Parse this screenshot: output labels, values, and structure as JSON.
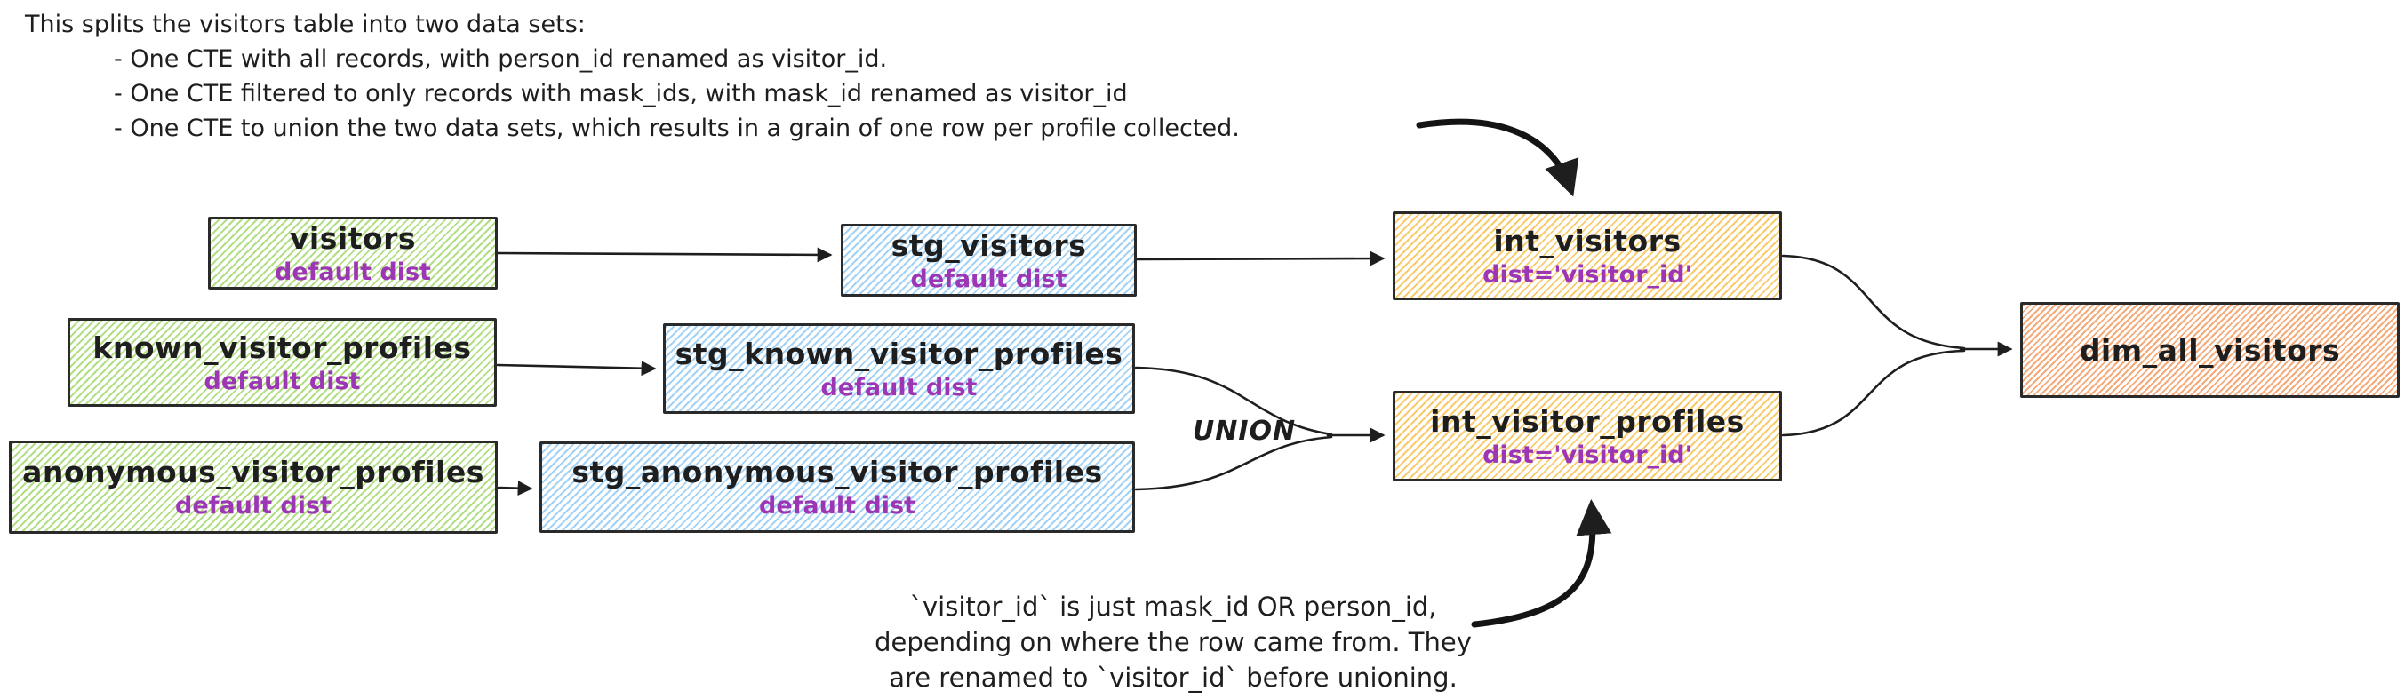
{
  "diagram": {
    "top_annotation": {
      "intro": "This splits the visitors table into two data sets:",
      "bullets": [
        "- One CTE with all records, with person_id renamed as visitor_id.",
        "- One CTE filtered to only records with mask_ids, with mask_id renamed as visitor_id",
        "- One CTE to union the two data sets, which results in a grain of one row per profile collected."
      ]
    },
    "bottom_annotation": {
      "lines": [
        "`visitor_id` is just mask_id OR person_id,",
        "depending on where the row came from. They",
        "are renamed to `visitor_id` before unioning."
      ]
    },
    "union_label": "UNION",
    "nodes": [
      {
        "id": "visitors",
        "title": "visitors",
        "subtitle": "default dist",
        "scheme": "green"
      },
      {
        "id": "known_visitor_profiles",
        "title": "known_visitor_profiles",
        "subtitle": "default dist",
        "scheme": "green"
      },
      {
        "id": "anonymous_visitor_profiles",
        "title": "anonymous_visitor_profiles",
        "subtitle": "default dist",
        "scheme": "green"
      },
      {
        "id": "stg_visitors",
        "title": "stg_visitors",
        "subtitle": "default dist",
        "scheme": "blue"
      },
      {
        "id": "stg_known_visitor_profiles",
        "title": "stg_known_visitor_profiles",
        "subtitle": "default dist",
        "scheme": "blue"
      },
      {
        "id": "stg_anonymous_visitor_profiles",
        "title": "stg_anonymous_visitor_profiles",
        "subtitle": "default dist",
        "scheme": "blue"
      },
      {
        "id": "int_visitors",
        "title": "int_visitors",
        "subtitle": "dist='visitor_id'",
        "scheme": "yellow"
      },
      {
        "id": "int_visitor_profiles",
        "title": "int_visitor_profiles",
        "subtitle": "dist='visitor_id'",
        "scheme": "yellow"
      },
      {
        "id": "dim_all_visitors",
        "title": "dim_all_visitors",
        "subtitle": "",
        "scheme": "orange"
      }
    ],
    "colors": {
      "ink": "#1e1e1e",
      "green_hatch": "#aedc7f",
      "blue_hatch": "#9fd0f5",
      "yellow_hatch": "#f7c65d",
      "orange_hatch": "#f3a572",
      "subtitle_purple": "#9c36b5"
    }
  }
}
